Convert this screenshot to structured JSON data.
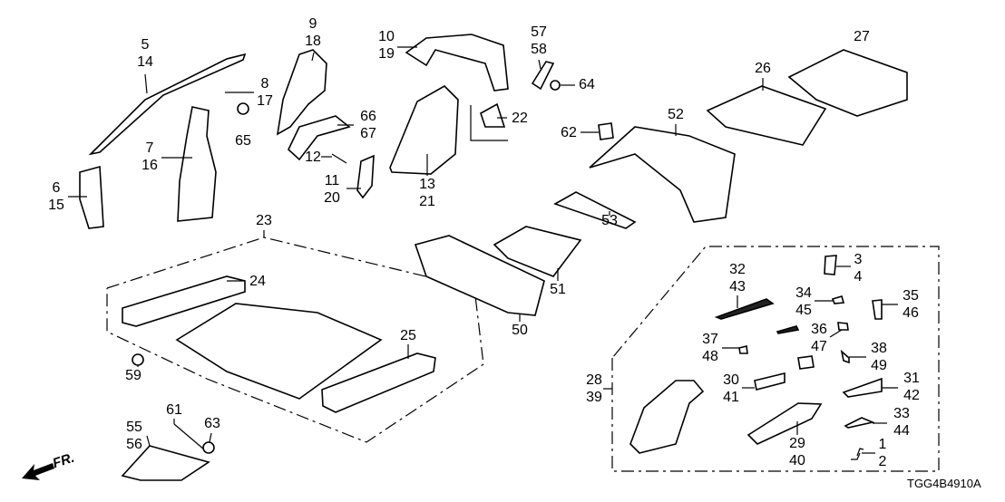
{
  "diagram_code": "TGG4B4910A",
  "direction_label": "FR.",
  "callouts": {
    "c5_14": "5\n14",
    "c6_15": "6\n15",
    "c7_16": "7\n16",
    "c8_17": "8\n17",
    "c65": "65",
    "c9_18": "9\n18",
    "c10_19": "10\n19",
    "c66_67": "66\n67",
    "c12": "12",
    "c11_20": "11\n20",
    "c13_21": "13\n21",
    "c57_58": "57\n58",
    "c64": "64",
    "c22": "22",
    "c62": "62",
    "c52": "52",
    "c26": "26",
    "c27": "27",
    "c53": "53",
    "c51": "51",
    "c50": "50",
    "c23": "23",
    "c24": "24",
    "c25": "25",
    "c59": "59",
    "c61": "61",
    "c63": "63",
    "c55_56": "55\n56",
    "c28_39": "28\n39",
    "c32_43": "32\n43",
    "c34_45": "34\n45",
    "c3_4": "3\n4",
    "c35_46": "35\n46",
    "c36_47": "36\n47",
    "c37_48": "37\n48",
    "c38_49": "38\n49",
    "c30_41": "30\n41",
    "c31_42": "31\n42",
    "c29_40": "29\n40",
    "c33_44": "33\n44",
    "c1_2": "1\n2"
  }
}
